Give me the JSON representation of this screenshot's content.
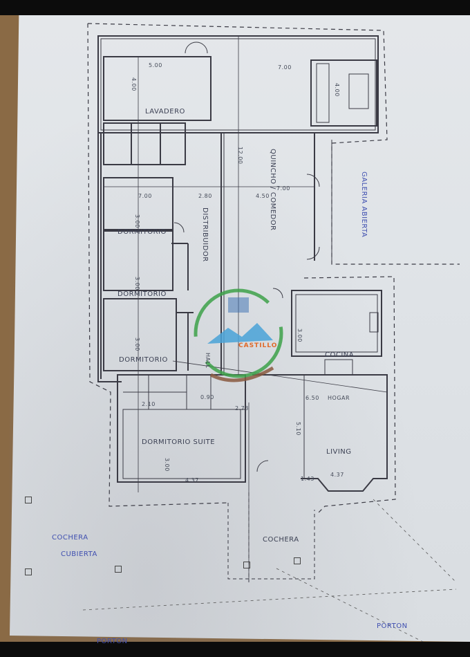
{
  "labels": {
    "lavadero": "LAVADERO",
    "quincho": "QUINCHO / COMEDOR",
    "galeria": "GALERIA ABIERTA",
    "distribuidor": "DISTRIBUIDOR",
    "dorm1": "DORMITORIO",
    "dorm2": "DORMITORIO",
    "dorm3": "DORMITORIO",
    "dormSuite": "DORMITORIO SUITE",
    "cocina": "COCINA",
    "living": "LIVING",
    "hogar": "HOGAR",
    "hall": "HALL",
    "cochera": "COCHERA",
    "cocheraCub": "COCHERA",
    "cocheraCub2": "CUBIERTA",
    "porton1": "PORTON",
    "porton2": "PORTON",
    "watermark": "CASTILLO"
  },
  "dims": {
    "d1": "5.00",
    "d2": "4.00",
    "d3": "7.00",
    "d4": "4.00",
    "d5": "12.00",
    "d6": "7.00",
    "d7": "2.80",
    "d8": "4.50",
    "d9": "3.00",
    "d10": "3.00",
    "d11": "3.00",
    "d12": "3.00",
    "d13": "6.50",
    "d14": "2.10",
    "d15": "0.90",
    "d16": "2.73",
    "d17": "4.37",
    "d18": "5.10",
    "d19": "4.37",
    "d20": "3.00",
    "d21": "1.43",
    "d22": "7.00"
  }
}
